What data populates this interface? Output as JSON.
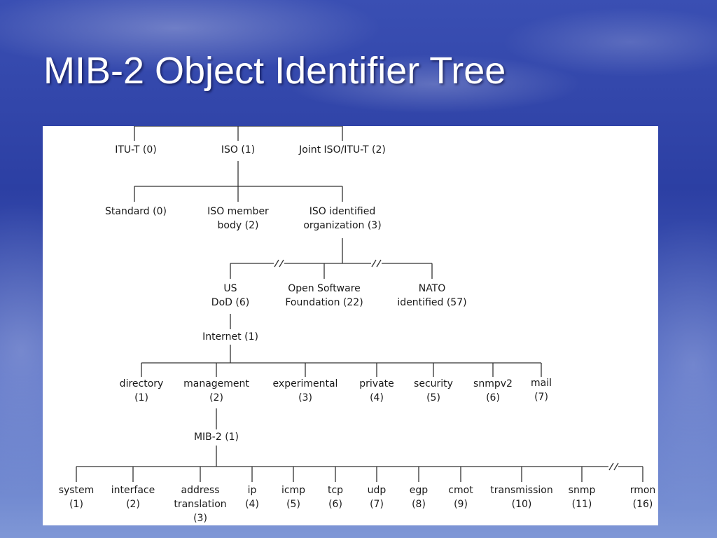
{
  "title": "MIB-2 Object Identifier Tree",
  "tree": {
    "level1": {
      "itu_t": "ITU-T (0)",
      "iso": "ISO (1)",
      "joint": "Joint ISO/ITU-T (2)"
    },
    "level2": {
      "standard": "Standard (0)",
      "iso_member_line1": "ISO member",
      "iso_member_line2": "body (2)",
      "iso_identified_line1": "ISO identified",
      "iso_identified_line2": "organization (3)"
    },
    "level3": {
      "us_line1": "US",
      "us_line2": "DoD (6)",
      "osf_line1": "Open Software",
      "osf_line2": "Foundation (22)",
      "nato_line1": "NATO",
      "nato_line2": "identified (57)"
    },
    "internet": "Internet (1)",
    "level5": [
      {
        "name": "directory",
        "num": "(1)"
      },
      {
        "name": "management",
        "num": "(2)"
      },
      {
        "name": "experimental",
        "num": "(3)"
      },
      {
        "name": "private",
        "num": "(4)"
      },
      {
        "name": "security",
        "num": "(5)"
      },
      {
        "name": "snmpv2",
        "num": "(6)"
      },
      {
        "name": "mail",
        "num": "(7)"
      }
    ],
    "mib2": "MIB-2 (1)",
    "level7": [
      {
        "name": "system",
        "num": "(1)"
      },
      {
        "name": "interface",
        "num": "(2)"
      },
      {
        "name": "address",
        "name2": "translation",
        "num": "(3)"
      },
      {
        "name": "ip",
        "num": "(4)"
      },
      {
        "name": "icmp",
        "num": "(5)"
      },
      {
        "name": "tcp",
        "num": "(6)"
      },
      {
        "name": "udp",
        "num": "(7)"
      },
      {
        "name": "egp",
        "num": "(8)"
      },
      {
        "name": "cmot",
        "num": "(9)"
      },
      {
        "name": "transmission",
        "num": "(10)"
      },
      {
        "name": "snmp",
        "num": "(11)"
      },
      {
        "name": "rmon",
        "num": "(16)"
      }
    ]
  }
}
